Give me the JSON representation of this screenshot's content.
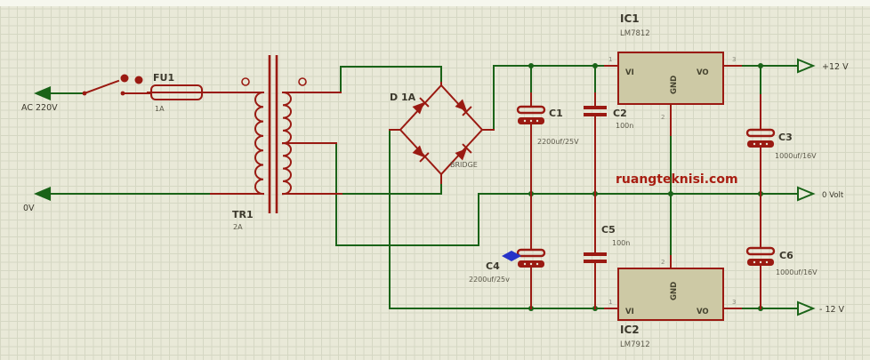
{
  "colors": {
    "wire": "#1a6318",
    "component": "#9a1a12",
    "background": "#e9e9d8",
    "grid": "#d5d7c3",
    "ic_fill": "#cdc9a5",
    "label": "#3b382c",
    "value": "#5c594a",
    "watermark": "#a81e12",
    "marker_blue": "#2733c8"
  },
  "watermark": "ruangteknisi.com",
  "terminals": {
    "ac_live": "AC 220V",
    "ac_neutral": "0V",
    "out_positive": "+12 V",
    "out_ground": "0 Volt",
    "out_negative": "- 12 V"
  },
  "components": {
    "fuse": {
      "ref": "FU1",
      "value": "1A"
    },
    "transformer": {
      "ref": "TR1",
      "value": "2A"
    },
    "bridge": {
      "ref": "D 1A",
      "value": "BRIDGE"
    },
    "c1": {
      "ref": "C1",
      "value": "2200uf/25V"
    },
    "c2": {
      "ref": "C2",
      "value": "100n"
    },
    "c3": {
      "ref": "C3",
      "value": "1000uf/16V"
    },
    "c4": {
      "ref": "C4",
      "value": "2200uf/25v"
    },
    "c5": {
      "ref": "C5",
      "value": "100n"
    },
    "c6": {
      "ref": "C6",
      "value": "1000uf/16V"
    },
    "ic1": {
      "ref": "IC1",
      "value": "LM7812",
      "pin_input": "VI",
      "pin_output": "VO",
      "pin_ground": "GND",
      "pin_num_input": "1",
      "pin_num_output": "3",
      "pin_num_ground": "2"
    },
    "ic2": {
      "ref": "IC2",
      "value": "LM7912",
      "pin_input": "VI",
      "pin_output": "VO",
      "pin_ground": "GND",
      "pin_num_input": "1",
      "pin_num_output": "3",
      "pin_num_ground": "2"
    }
  }
}
